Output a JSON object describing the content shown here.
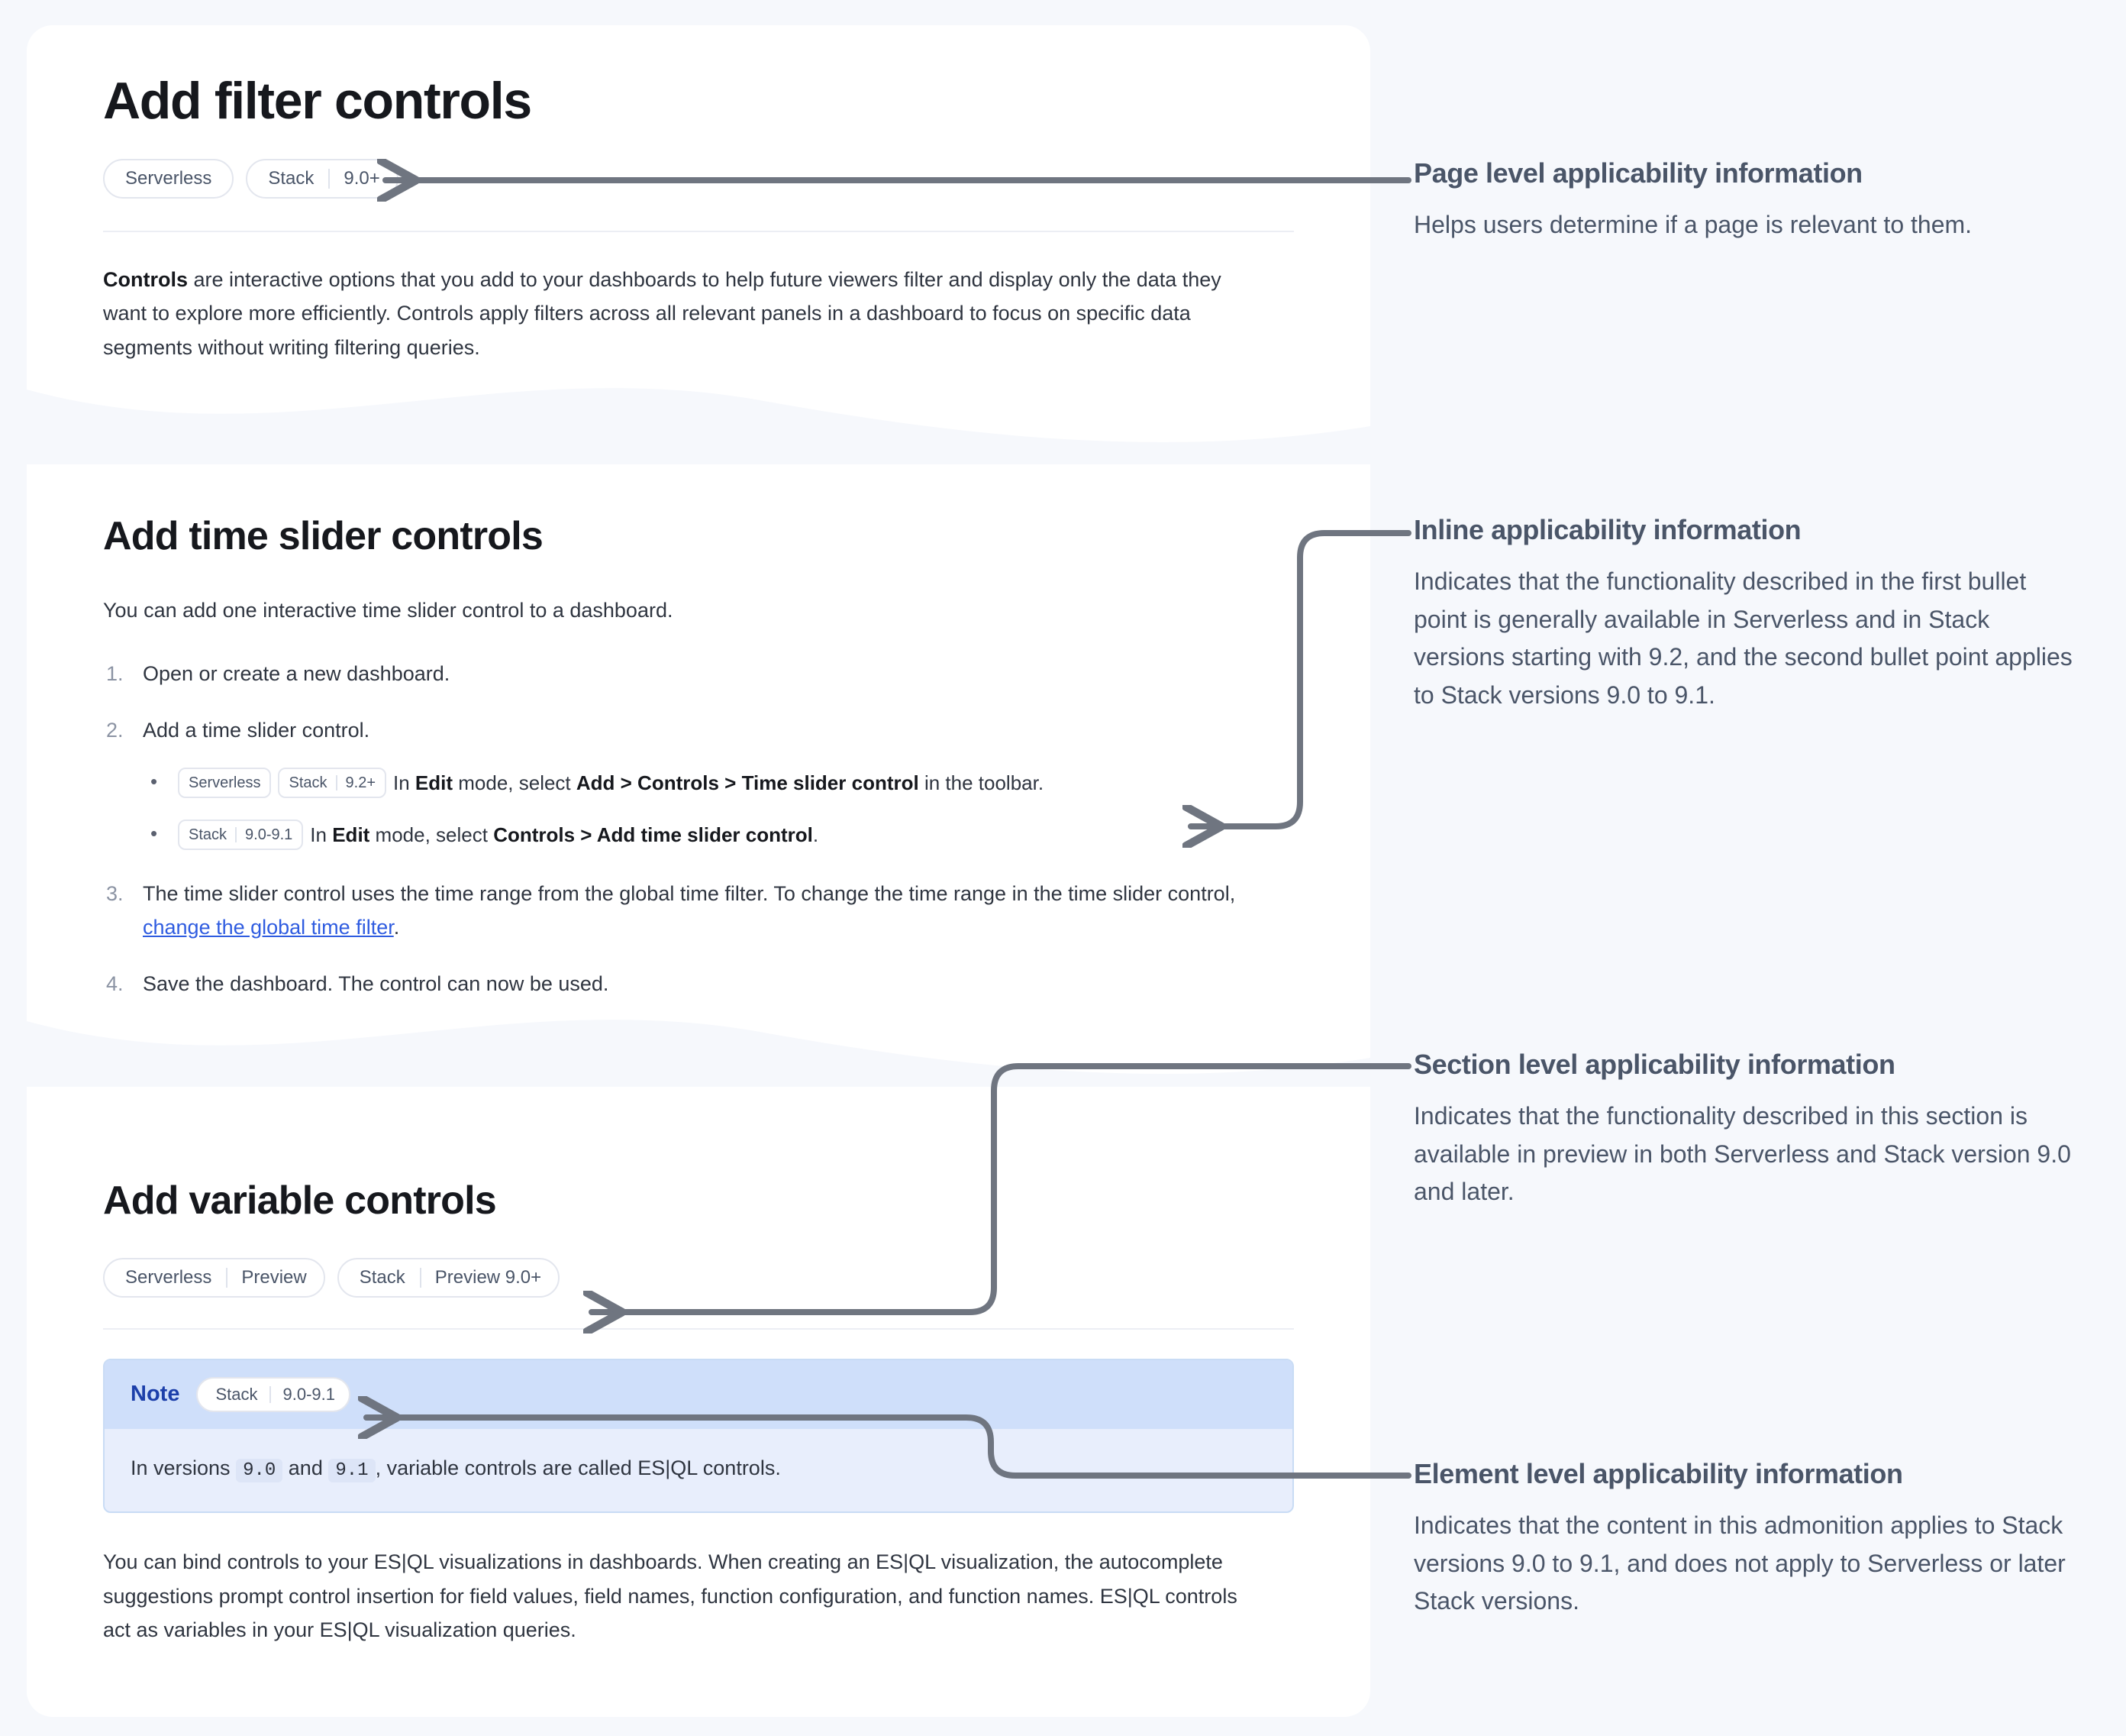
{
  "page": {
    "title": "Add filter controls",
    "badges": [
      {
        "name": "Serverless",
        "version": ""
      },
      {
        "name": "Stack",
        "version": "9.0+"
      }
    ],
    "intro_bold": "Controls",
    "intro_rest": " are interactive options that you add to your dashboards to help future viewers filter and display only the data they want to explore more efficiently. Controls apply filters across all relevant panels in a dashboard to focus on specific data segments without writing filtering queries."
  },
  "time_slider": {
    "heading": "Add time slider controls",
    "lead": "You can add one interactive time slider control to a dashboard.",
    "steps": [
      {
        "text": "Open or create a new dashboard."
      },
      {
        "text": "Add a time slider control.",
        "bullets": [
          {
            "badges": [
              {
                "name": "Serverless",
                "version": ""
              },
              {
                "name": "Stack",
                "version": "9.2+"
              }
            ],
            "parts": [
              {
                "t": "In ",
                "b": false
              },
              {
                "t": "Edit",
                "b": true
              },
              {
                "t": " mode, select ",
                "b": false
              },
              {
                "t": "Add > Controls > Time slider control",
                "b": true
              },
              {
                "t": " in the toolbar.",
                "b": false
              }
            ]
          },
          {
            "badges": [
              {
                "name": "Stack",
                "version": "9.0-9.1"
              }
            ],
            "parts": [
              {
                "t": "In ",
                "b": false
              },
              {
                "t": "Edit",
                "b": true
              },
              {
                "t": " mode, select ",
                "b": false
              },
              {
                "t": "Controls > Add time slider control",
                "b": true
              },
              {
                "t": ".",
                "b": false
              }
            ]
          }
        ]
      },
      {
        "text_before": "The time slider control uses the time range from the global time filter. To change the time range in the time slider control, ",
        "link": "change the global time filter",
        "text_after": "."
      },
      {
        "text": "Save the dashboard. The control can now be used."
      }
    ]
  },
  "variable": {
    "heading": "Add variable controls",
    "badges": [
      {
        "name": "Serverless",
        "version": "Preview"
      },
      {
        "name": "Stack",
        "version": "Preview 9.0+"
      }
    ],
    "note": {
      "label": "Note",
      "badge": {
        "name": "Stack",
        "version": "9.0-9.1"
      },
      "body_parts": [
        {
          "t": "In versions ",
          "code": false
        },
        {
          "t": "9.0",
          "code": true
        },
        {
          "t": " and ",
          "code": false
        },
        {
          "t": "9.1",
          "code": true
        },
        {
          "t": ", variable controls are called ES|QL controls.",
          "code": false
        }
      ]
    },
    "paragraph": "You can bind controls to your ES|QL visualizations in dashboards. When creating an ES|QL visualization, the autocomplete suggestions prompt control insertion for field values, field names, function configuration, and function names. ES|QL controls act as variables in your ES|QL visualization queries."
  },
  "annotations": [
    {
      "title": "Page level applicability information",
      "body": "Helps users determine if a page is relevant to them."
    },
    {
      "title": "Inline applicability information",
      "body": "Indicates that the functionality described in the first bullet point is generally available in Serverless and in Stack versions starting with 9.2, and the second bullet point applies to Stack versions 9.0 to 9.1."
    },
    {
      "title": "Section level applicability information",
      "body": "Indicates that the functionality described in this section is available in preview in both Serverless and Stack version 9.0 and later."
    },
    {
      "title": "Element level applicability information",
      "body": "Indicates that the content in this admonition applies to Stack versions 9.0 to 9.1, and does not apply to Serverless or later Stack versions."
    }
  ],
  "colors": {
    "page_background": "#f6f8fc",
    "panel": "#ffffff",
    "connector": "#6f7580",
    "link": "#2f5ce0",
    "note_header": "#cfdffa",
    "note_body": "#e8eefc"
  }
}
